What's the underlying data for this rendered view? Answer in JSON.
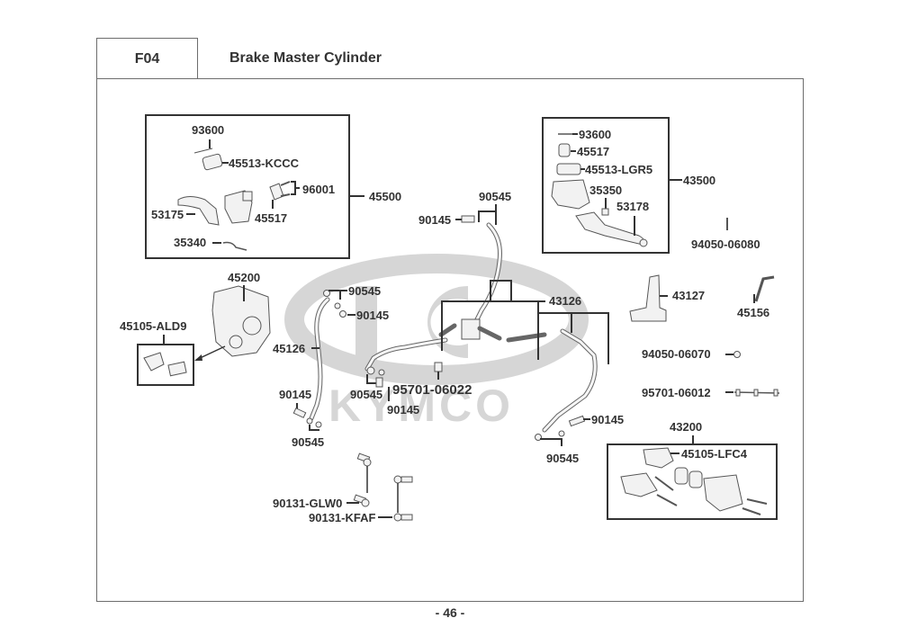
{
  "header": {
    "section_code": "F04",
    "title": "Brake Master Cylinder"
  },
  "watermark": {
    "brand": "KYMCO"
  },
  "footer": {
    "page_number": "- 46 -"
  },
  "groups": {
    "left_master_cylinder": {
      "assembly": "45500",
      "parts": [
        "93600",
        "45513-KCCC",
        "96001",
        "53175",
        "45517",
        "35340"
      ]
    },
    "right_master_cylinder": {
      "assembly": "43500",
      "parts": [
        "93600",
        "45517",
        "45513-LGR5",
        "35350",
        "53178"
      ]
    },
    "rear_caliper": {
      "assembly": "45200",
      "pad_set": "45105-ALD9"
    },
    "front_caliper": {
      "assembly": "43200",
      "pad_set": "45105-LFC4"
    }
  },
  "labels": {
    "l93600a": "93600",
    "l45513kccc": "45513-KCCC",
    "l96001": "96001",
    "l53175": "53175",
    "l45517a": "45517",
    "l35340": "35340",
    "l45500": "45500",
    "l93600b": "93600",
    "l45517b": "45517",
    "l45513lgr5": "45513-LGR5",
    "l35350": "35350",
    "l53178": "53178",
    "l43500": "43500",
    "l94050_06080": "94050-06080",
    "l90545_top": "90545",
    "l90145_top": "90145",
    "l45200": "45200",
    "l45105ald9": "45105-ALD9",
    "l90545_l1": "90545",
    "l90145_l1": "90145",
    "l45126": "45126",
    "l43126": "43126",
    "l43127": "43127",
    "l45156": "45156",
    "l94050_06070": "94050-06070",
    "l95701_06012": "95701-06012",
    "l90545_m": "90545",
    "l95701_06022": "95701-06022",
    "l90145_m": "90145",
    "l90145_l2": "90145",
    "l90545_l2": "90545",
    "l90145_r": "90145",
    "l90545_r": "90545",
    "l43200": "43200",
    "l45105lfc4": "45105-LFC4",
    "l90131glw0": "90131-GLW0",
    "l90131kfaf": "90131-KFAF"
  }
}
